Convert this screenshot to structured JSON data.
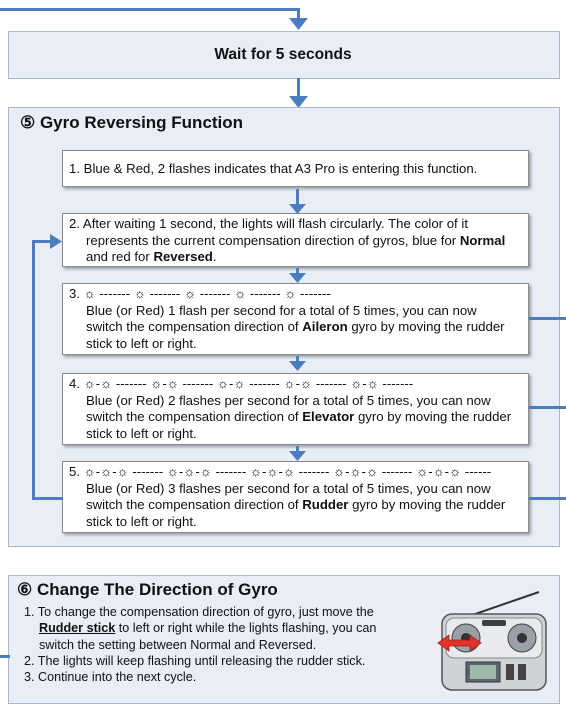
{
  "wait": {
    "text": "Wait for 5 seconds"
  },
  "section5": {
    "title": "⑤ Gyro Reversing Function",
    "step1": "1. Blue & Red, 2 flashes indicates that A3 Pro is entering this function.",
    "step2": {
      "prefix": "2. After waiting 1 second, the lights will flash circularly. The color of it",
      "line2_pre": "represents the current compensation direction of gyros, blue for ",
      "normal": "Normal",
      "line3_pre": "and red for ",
      "reversed": "Reversed",
      "line3_post": "."
    },
    "step3": {
      "pattern": "3. ☼ ------- ☼ ------- ☼ ------- ☼ ------- ☼ -------",
      "line1": "Blue (or Red) 1 flash per second for a total of  5 times, you can now",
      "line2_pre": "switch the compensation direction of ",
      "keyword": "Aileron",
      "line2_post": " gyro by moving  the rudder",
      "line3": "stick to left or right."
    },
    "step4": {
      "pattern": "4. ☼-☼ ------- ☼-☼ ------- ☼-☼ ------- ☼-☼ ------- ☼-☼ -------",
      "line1": "Blue (or Red) 2 flashes per second for a total of 5 times, you can now",
      "line2_pre": "switch the compensation direction of ",
      "keyword": "Elevator",
      "line2_post": " gyro by moving the rudder",
      "line3": "stick to left or right."
    },
    "step5": {
      "pattern": "5. ☼-☼-☼ ------- ☼-☼-☼ ------- ☼-☼-☼ ------- ☼-☼-☼ ------- ☼-☼-☼ ------",
      "line1": "Blue (or Red) 3 flashes per second for a total of 5 times, you can now",
      "line2_pre": "switch the compensation direction of ",
      "keyword": "Rudder",
      "line2_post": " gyro by moving the rudder",
      "line3": "stick to left or right."
    }
  },
  "section6": {
    "title": "⑥ Change The Direction of Gyro",
    "item1_pre": "1. To change the compensation direction of gyro, just move the",
    "item1_key": "Rudder stick",
    "item1_mid": " to left or right while the lights flashing, you can",
    "item1_end": "switch the setting between Normal and Reversed.",
    "item2": "2. The lights will keep flashing until releasing the rudder stick.",
    "item3": "3. Continue into the next cycle."
  },
  "colors": {
    "arrow": "#4a7ec0",
    "panel": "#e9eef6",
    "panel_border": "#a9b8cc"
  }
}
